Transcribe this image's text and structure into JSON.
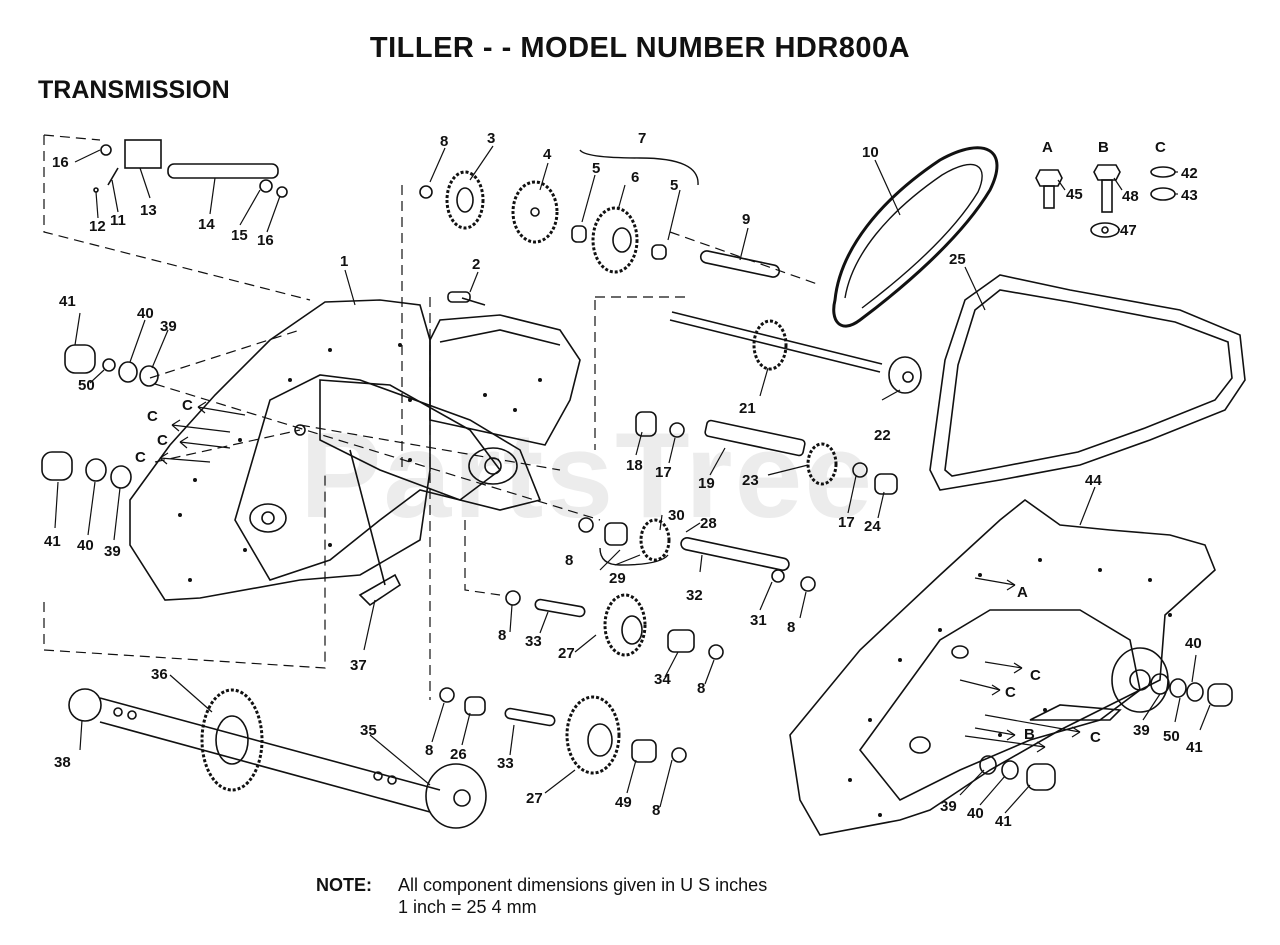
{
  "title": "TILLER - - MODEL NUMBER HDR800A",
  "section": "TRANSMISSION",
  "watermark": "PartsTree",
  "note": {
    "label": "NOTE:",
    "line1": "All component dimensions given in U S  inches",
    "line2": "1 inch = 25 4 mm"
  },
  "callouts": [
    "1",
    "2",
    "3",
    "4",
    "5",
    "5",
    "6",
    "7",
    "8",
    "8",
    "8",
    "8",
    "8",
    "8",
    "8",
    "8",
    "9",
    "10",
    "11",
    "12",
    "13",
    "14",
    "15",
    "16",
    "16",
    "17",
    "17",
    "18",
    "19",
    "21",
    "22",
    "23",
    "24",
    "25",
    "26",
    "27",
    "27",
    "28",
    "29",
    "30",
    "31",
    "32",
    "33",
    "33",
    "34",
    "35",
    "36",
    "37",
    "38",
    "39",
    "39",
    "39",
    "39",
    "40",
    "40",
    "40",
    "40",
    "41",
    "41",
    "41",
    "41",
    "42",
    "43",
    "44",
    "45",
    "47",
    "48",
    "49",
    "50",
    "50",
    "A",
    "B",
    "C",
    "A",
    "B",
    "C",
    "C",
    "C",
    "C",
    "C",
    "C",
    "C"
  ],
  "colors": {
    "ink": "#111111",
    "background": "#ffffff"
  }
}
